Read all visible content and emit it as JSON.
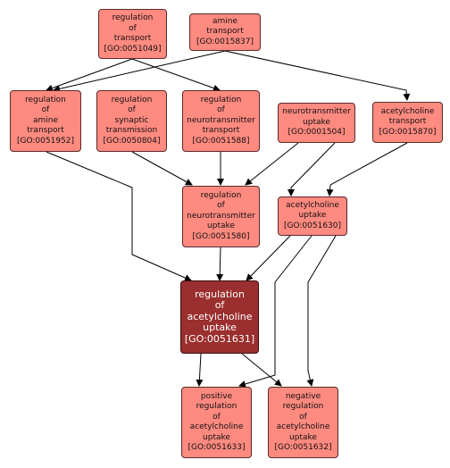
{
  "nodes": {
    "reg_transport": [
      "regulation",
      "of",
      "transport",
      "[GO:0051049]"
    ],
    "amine_transport": [
      "amine",
      "transport",
      "[GO:0015837]"
    ],
    "reg_amine_transport": [
      "regulation",
      "of",
      "amine",
      "transport",
      "[GO:0051952]"
    ],
    "reg_syn_trans": [
      "regulation",
      "of",
      "synaptic",
      "transmission",
      "[GO:0050804]"
    ],
    "reg_nt_transport": [
      "regulation",
      "of",
      "neurotransmitter",
      "transport",
      "[GO:0051588]"
    ],
    "nt_uptake": [
      "neurotransmitter",
      "uptake",
      "[GO:0001504]"
    ],
    "ach_transport": [
      "acetylcholine",
      "transport",
      "[GO:0015870]"
    ],
    "reg_nt_uptake": [
      "regulation",
      "of",
      "neurotransmitter",
      "uptake",
      "[GO:0051580]"
    ],
    "ach_uptake": [
      "acetylcholine",
      "uptake",
      "[GO:0051630]"
    ],
    "reg_ach_uptake": [
      "regulation",
      "of",
      "acetylcholine",
      "uptake",
      "[GO:0051631]"
    ],
    "pos_reg_ach_uptake": [
      "positive",
      "regulation",
      "of",
      "acetylcholine",
      "uptake",
      "[GO:0051633]"
    ],
    "neg_reg_ach_uptake": [
      "negative",
      "regulation",
      "of",
      "acetylcholine",
      "uptake",
      "[GO:0051632]"
    ]
  },
  "colors": {
    "node_fill": "#ff8a80",
    "focus_fill": "#9b2e2e",
    "edge": "#000000"
  }
}
